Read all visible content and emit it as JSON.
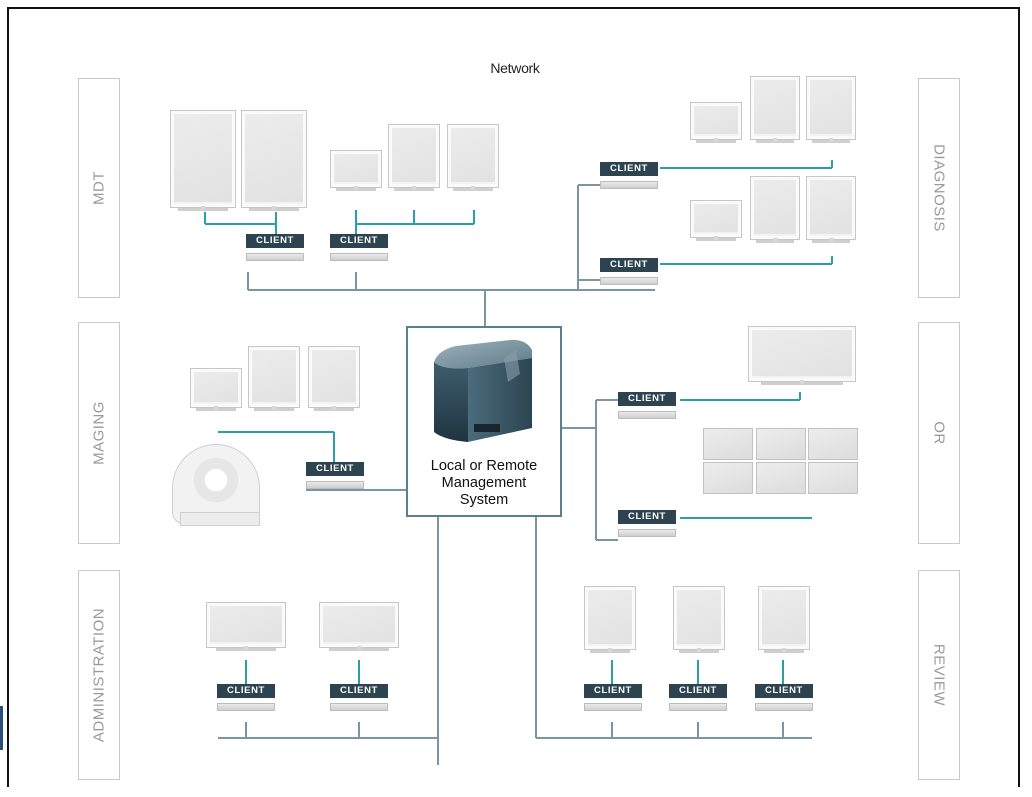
{
  "diagram": {
    "title": "Network",
    "server_label": [
      "Local or Remote",
      "Management",
      "System"
    ],
    "client_label": "CLIENT",
    "zones": {
      "mdt": "MDT",
      "imaging": "MAGING",
      "administration": "ADMINISTRATION",
      "diagnosis": "DIAGNOSIS",
      "or": "OR",
      "review": "REVIEW"
    }
  },
  "colors": {
    "backbone": "#7a96a3",
    "drop_line": "#2b9fa6",
    "client_badge": "#2e4350",
    "monitor_screen": "#e2e2e2",
    "server_body": "#2f4a57"
  }
}
